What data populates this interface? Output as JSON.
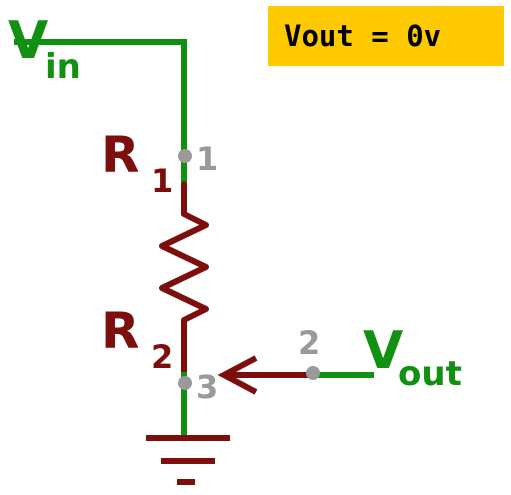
{
  "callout": {
    "text": "Vout = 0v",
    "background": "#FFC900"
  },
  "labels": {
    "vin_main": "V",
    "vin_sub": "in",
    "vout_main": "V",
    "vout_sub": "out",
    "r1_main": "R",
    "r1_sub": "1",
    "r2_main": "R",
    "r2_sub": "2",
    "pin1": "1",
    "pin2": "2",
    "pin3": "3"
  },
  "colors": {
    "wire": "#119011",
    "resistor": "#7D0E0E",
    "pin": "#9A9A9A",
    "arrow": "#7D0E0E"
  }
}
